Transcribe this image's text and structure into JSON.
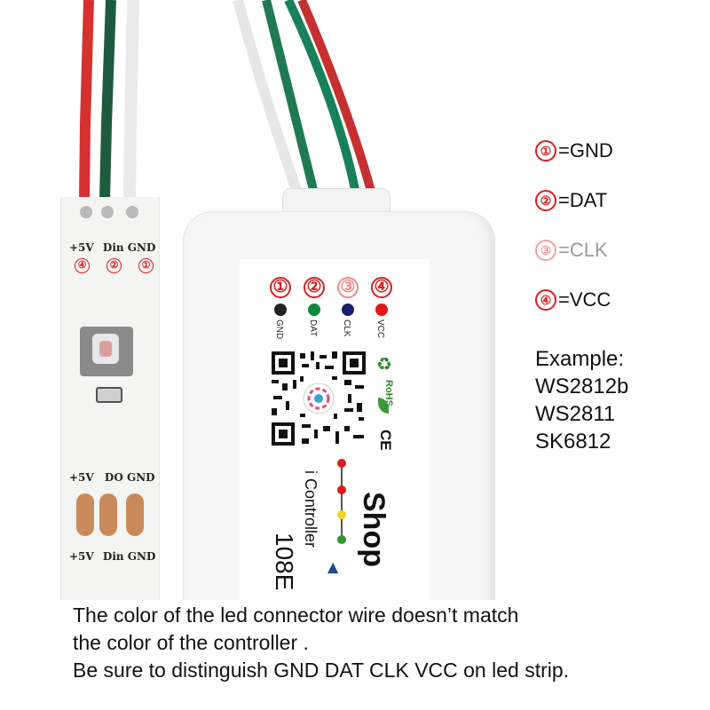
{
  "strip": {
    "top_labels": {
      "vcc": "+5V",
      "din": "Din",
      "gnd": "GND"
    },
    "top_numbers": [
      "④",
      "②",
      "①"
    ],
    "mid_labels": {
      "vcc": "+5V",
      "do": "DO",
      "gnd": "GND"
    },
    "bottom_labels": {
      "vcc": "+5V",
      "din": "Din",
      "gnd": "GND"
    }
  },
  "controller": {
    "pins": [
      {
        "num": "①",
        "name": "GND",
        "color": "#222222",
        "num_color": "#d92020"
      },
      {
        "num": "②",
        "name": "DAT",
        "color": "#0e8a3a",
        "num_color": "#d92020"
      },
      {
        "num": "③",
        "name": "CLK",
        "color": "#1c1c6e",
        "num_color": "#f08a8a"
      },
      {
        "num": "④",
        "name": "VCC",
        "color": "#e01818",
        "num_color": "#d92020"
      }
    ],
    "rohs": "RoHS",
    "ce": "CE",
    "model": "108E",
    "subtitle": "i Controller",
    "shop": "Shop"
  },
  "legend": [
    {
      "num": "①",
      "text": "=GND",
      "color": "#d92020",
      "text_color": "#111111"
    },
    {
      "num": "②",
      "text": "=DAT",
      "color": "#d92020",
      "text_color": "#111111"
    },
    {
      "num": "③",
      "text": "=CLK",
      "color": "#f3a0a0",
      "text_color": "#9a9a9a"
    },
    {
      "num": "④",
      "text": "=VCC",
      "color": "#d92020",
      "text_color": "#111111"
    }
  ],
  "example": {
    "heading": "Example:",
    "items": [
      "WS2812b",
      "WS2811",
      "SK6812"
    ]
  },
  "note": {
    "line1": "The color of the led connector wire doesn’t match",
    "line2": "the color of the controller .",
    "line3": "Be sure to distinguish GND DAT CLK VCC on led strip."
  }
}
